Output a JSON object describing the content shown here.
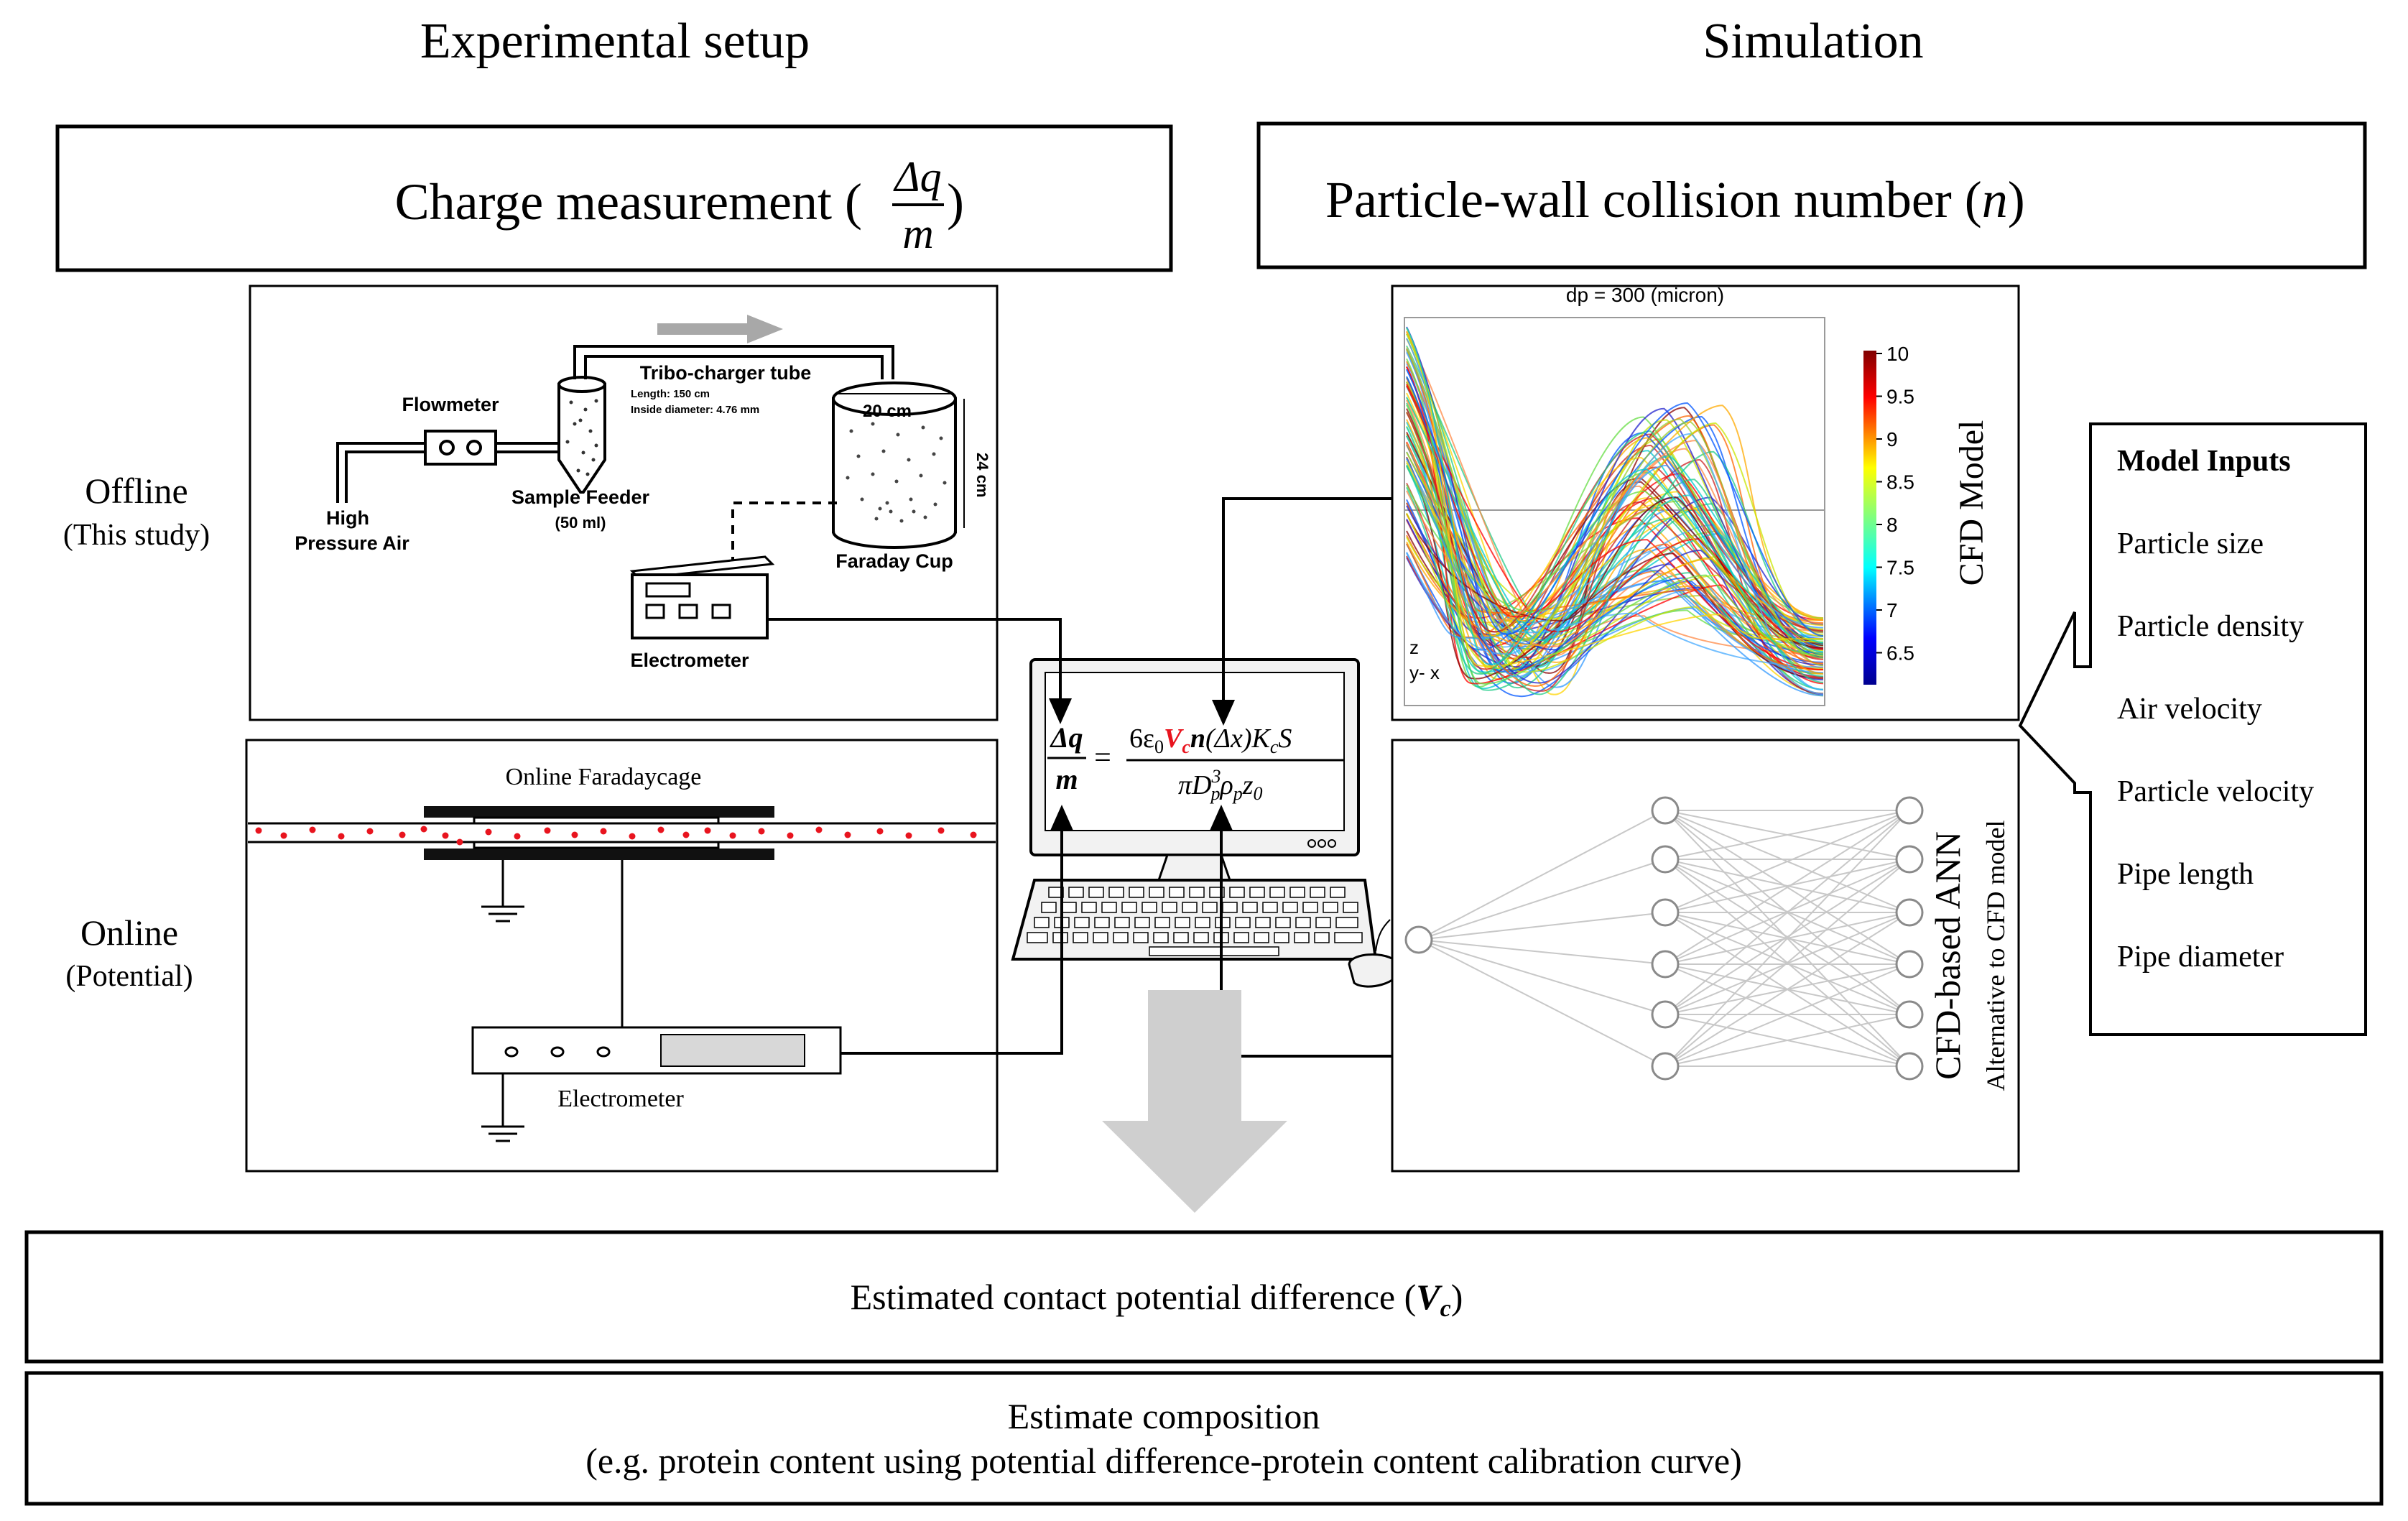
{
  "headers": {
    "left": "Experimental setup",
    "right": "Simulation"
  },
  "charge_box": {
    "prefix": "Charge measurement (",
    "frac_num": "Δq",
    "frac_den": "m",
    "suffix": ")"
  },
  "collision_box": {
    "prefix": "Particle-wall collision number (",
    "var": "n",
    "suffix": ")"
  },
  "side_labels": {
    "offline": "Offline",
    "offline_sub": "(This study)",
    "online": "Online",
    "online_sub": "(Potential)"
  },
  "offline_setup": {
    "flowmeter": "Flowmeter",
    "tube": "Tribo-charger tube",
    "tube_length": "Length: 150 cm",
    "tube_diameter": "Inside diameter: 4.76 mm",
    "cup_width": "20 cm",
    "cup_height": "24 cm",
    "air_1": "High",
    "air_2": "Pressure Air",
    "feeder": "Sample Feeder",
    "feeder_vol": "(50 ml)",
    "cup": "Faraday Cup",
    "electrometer": "Electrometer"
  },
  "online_setup": {
    "cage": "Online Faradaycage",
    "electrometer": "Electrometer"
  },
  "equation": {
    "lhs_num": "Δq",
    "lhs_den": "m",
    "eq": "=",
    "rhs_num_a": "6ε",
    "rhs_num_sub0": "0",
    "rhs_num_v": "V",
    "rhs_num_vsub": "c",
    "rhs_num_n": "n",
    "rhs_num_b": "(Δx)K",
    "rhs_num_ksub": "c",
    "rhs_num_s": "S",
    "rhs_den_a": "πD",
    "rhs_den_exp": "3",
    "rhs_den_psub": "p",
    "rhs_den_rho": "ρ",
    "rhs_den_rhosub": "p",
    "rhs_den_z": "z",
    "rhs_den_zsub": "0"
  },
  "cfd": {
    "title": "dp = 300 (micron)",
    "label": "CFD Model",
    "colorbar_ticks": [
      "10",
      "9.5",
      "9",
      "8.5",
      "8",
      "7.5",
      "7",
      "6.5"
    ],
    "axis_z": "z",
    "axis_yx": "y- x"
  },
  "ann": {
    "label": "CFD-based ANN",
    "sublabel": "Alternative to CFD model"
  },
  "model_inputs": {
    "title": "Model Inputs",
    "items": [
      "Particle  size",
      "Particle  density",
      "Air velocity",
      "Particle  velocity",
      "Pipe length",
      "Pipe diameter"
    ]
  },
  "result_boxes": {
    "vc_prefix": "Estimated  contact  potential  difference  (",
    "vc_var": "V",
    "vc_sub": "c",
    "vc_suffix": ")",
    "comp_title": "Estimate  composition",
    "comp_sub": "(e.g.  protein  content  using  potential  difference-protein  content  calibration  curve)"
  },
  "colors": {
    "accent_red": "#e8141e",
    "arrow_gray": "#cfcfcf",
    "line": "#000000"
  }
}
